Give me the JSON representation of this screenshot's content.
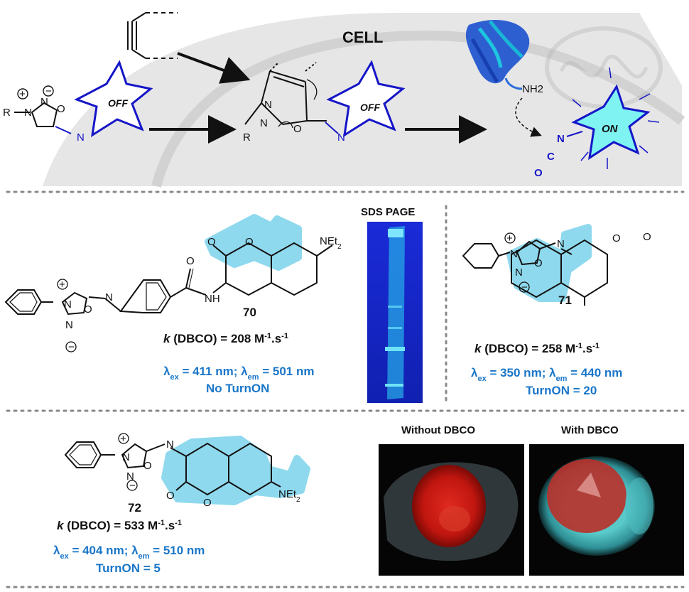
{
  "colors": {
    "highlight": "#8fd9ee",
    "accent_blue": "#1976c8",
    "dark_blue": "#1515c8",
    "cyan_star": "#7ff2f2"
  },
  "top": {
    "cell_label": "CELL",
    "off_label": "OFF",
    "on_label": "ON",
    "amine_label": "NH2",
    "atoms": {
      "r": "R",
      "n": "N",
      "o": "O",
      "c": "C",
      "plus": "+",
      "minus": "−"
    }
  },
  "compound70": {
    "number": "70",
    "k_label": "k",
    "k_text": " (DBCO) = 208 M",
    "k_exp1": "-1",
    "k_mid": ".s",
    "k_exp2": "-1",
    "lambda_ex": "411 nm",
    "lambda_em": "501 nm",
    "turnon": "No TurnON",
    "subst": "NEt",
    "subst_sub": "2",
    "nh": "NH"
  },
  "compound71": {
    "number": "71",
    "k_label": "k",
    "k_text": " (DBCO) = 258 M",
    "k_exp1": "-1",
    "k_mid": ".s",
    "k_exp2": "-1",
    "lambda_ex": "350 nm",
    "lambda_em": "440 nm",
    "turnon": "TurnON = 20"
  },
  "compound72": {
    "number": "72",
    "k_label": "k",
    "k_text": " (DBCO) = 533 M",
    "k_exp1": "-1",
    "k_mid": ".s",
    "k_exp2": "-1",
    "lambda_ex": "404 nm",
    "lambda_em": "510 nm",
    "turnon": "TurnON = 5",
    "subst": "NEt",
    "subst_sub": "2"
  },
  "gel": {
    "label": "SDS PAGE"
  },
  "microscopy": {
    "left_label": "Without DBCO",
    "right_label": "With DBCO"
  },
  "text": {
    "lambda": "λ",
    "ex": "ex",
    "em": "em",
    "eq": " = ",
    "sep": "; "
  }
}
